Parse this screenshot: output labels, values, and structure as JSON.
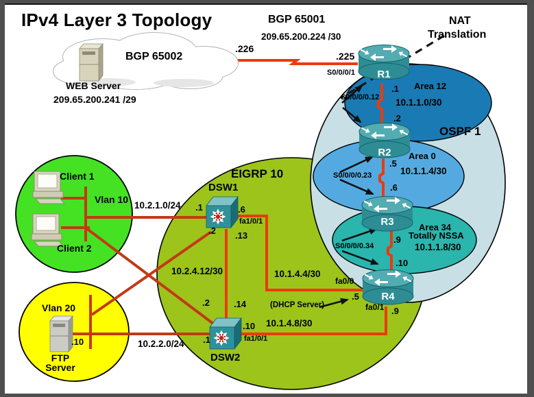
{
  "title": "IPv4 Layer 3 Topology",
  "colors": {
    "serial_link": "#ea3b0c",
    "lan_link": "#c23a14",
    "ospf_fill": "#c8dfe5",
    "area12_fill": "#1a7ab3",
    "area0_fill": "#54aae0",
    "area34_fill": "#2ab5ad",
    "eigrp_fill": "#9cc41b",
    "vlan10_fill": "#44e223",
    "vlan20_fill": "#ffff00",
    "device_teal": "#2f929a"
  },
  "internet": {
    "bgp_remote_as": "BGP 65001",
    "bgp_remote_subnet": "209.65.200.224 /30",
    "bgp_local_as": "BGP 65002",
    "web_server_name": "WEB Server",
    "web_server_ip": "209.65.200.241 /29",
    "cloud_link_ip": ".226",
    "r1_link_ip": ".225",
    "r1_wan_if": "S0/0/0/1",
    "nat_line1": "NAT",
    "nat_line2": "Translation"
  },
  "ospf": {
    "label": "OSPF 1",
    "areas": [
      {
        "name": "Area 12",
        "subnet": "10.1.1.0/30",
        "iface": "S0/0/0/0.12",
        "ip_top": ".1",
        "ip_bottom": ".2"
      },
      {
        "name": "Area 0",
        "subnet": "10.1.1.4/30",
        "iface": "S0/0/0/0.23",
        "ip_top": ".5",
        "ip_bottom": ".6"
      },
      {
        "name": "Area 34",
        "name2": "Totally NSSA",
        "subnet": "10.1.1.8/30",
        "iface": "S0/0/0/0.34",
        "ip_top": ".9",
        "ip_bottom": ".10"
      }
    ]
  },
  "devices": {
    "r1": "R1",
    "r2": "R2",
    "r3": "R3",
    "r4": "R4",
    "dsw1": "DSW1",
    "dsw2": "DSW2"
  },
  "eigrp": {
    "label": "EIGRP 10",
    "crosslink": {
      "subnet": "10.2.4.12/30",
      "dsw1_ip": ".13",
      "dsw2_ip": ".14"
    },
    "dsw1": {
      "vlan10_ip": ".1",
      "vlan20_ip": ".2",
      "uplink_if": "fa1/0/1",
      "uplink_ip": ".6"
    },
    "dsw2": {
      "vlan10_ip": ".2",
      "vlan20_ip": ".1",
      "uplink_if": "fa1/0/1",
      "uplink_ip": ".10"
    },
    "r4_lan1": {
      "iface": "fa0/0",
      "ip": ".5",
      "subnet": "10.1.4.4/30",
      "note": "(DHCP Server)"
    },
    "r4_lan2": {
      "iface": "fa0/1",
      "ip": ".9",
      "subnet": "10.1.4.8/30"
    }
  },
  "vlan10": {
    "label": "Vlan 10",
    "subnet": "10.2.1.0/24",
    "client1": "Client 1",
    "client2": "Client 2"
  },
  "vlan20": {
    "label": "Vlan 20",
    "subnet": "10.2.2.0/24",
    "server_line1": "FTP",
    "server_line2": "Server",
    "server_ip": ".10"
  }
}
